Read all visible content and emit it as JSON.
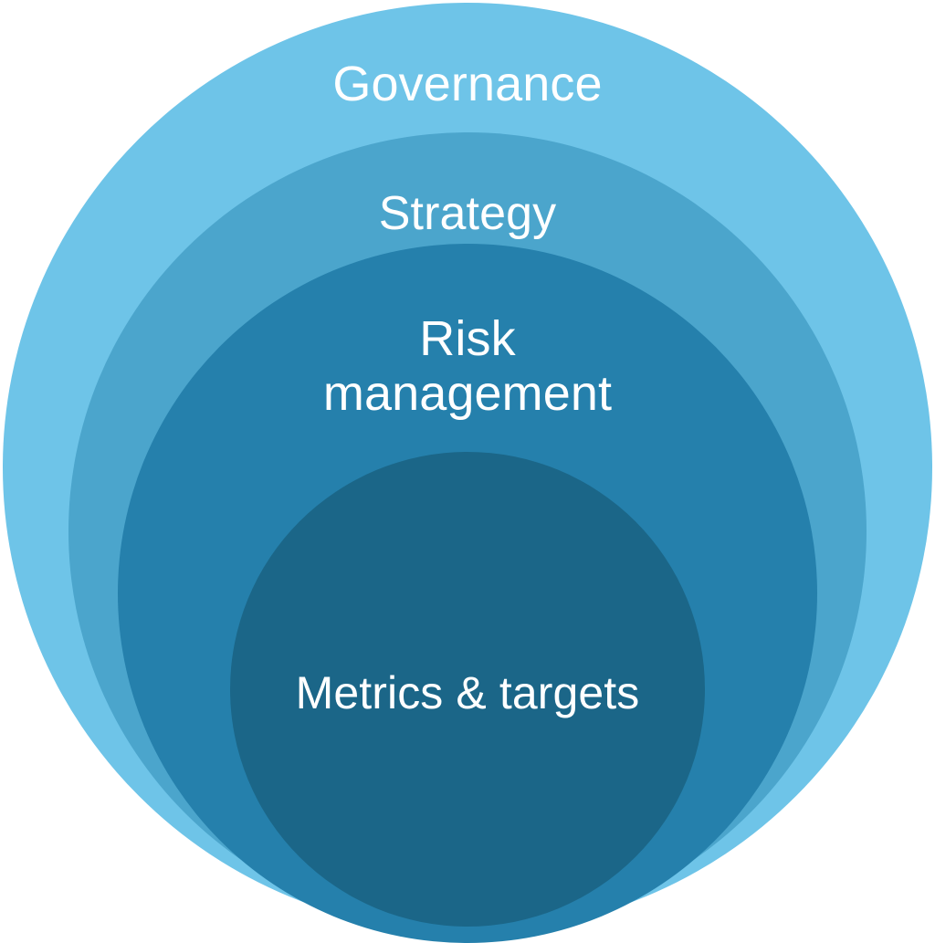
{
  "diagram": {
    "type": "concentric-circles",
    "title": "",
    "background_color": "#ffffff",
    "layers": [
      {
        "id": "governance",
        "label": "Governance",
        "color": "#6EC4E8",
        "level": 1,
        "position": "outermost"
      },
      {
        "id": "strategy",
        "label": "Strategy",
        "color": "#4BA5CC",
        "level": 2,
        "position": "second"
      },
      {
        "id": "risk-management",
        "label": "Risk\nmanagement",
        "color": "#2580AC",
        "level": 3,
        "position": "third"
      },
      {
        "id": "metrics-targets",
        "label": "Metrics & targets",
        "color": "#1B6688",
        "level": 4,
        "position": "innermost"
      }
    ],
    "label_color": "#ffffff"
  }
}
